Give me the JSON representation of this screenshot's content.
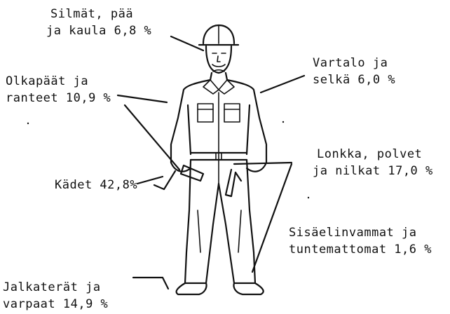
{
  "colors": {
    "ink": "#111111",
    "background": "#ffffff"
  },
  "labels": {
    "head": {
      "line1": "Silmät, pää",
      "line2": "ja kaula 6,8 %"
    },
    "torso": {
      "line1": "Vartalo ja",
      "line2": "selkä 6,0 %"
    },
    "shoulders": {
      "line1": "Olkapäät ja",
      "line2": "ranteet 10,9 %"
    },
    "hands": {
      "line1": "Kädet 42,8%"
    },
    "hips": {
      "line1": "Lonkka, polvet",
      "line2": "ja nilkat 17,0 %"
    },
    "internal": {
      "line1": "Sisäelinvammat ja",
      "line2": "tuntemattomat 1,6 %"
    },
    "feet": {
      "line1": "Jalkaterät ja",
      "line2": "varpaat 14,9 %"
    }
  }
}
